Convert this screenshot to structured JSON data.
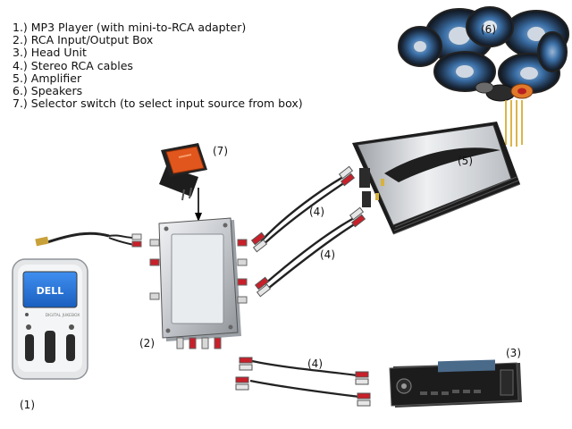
{
  "legend": {
    "items": [
      "1.) MP3 Player (with mini-to-RCA adapter)",
      "2.) RCA Input/Output Box",
      "3.) Head Unit",
      "4.) Stereo RCA cables",
      "5.) Amplifier",
      "6.) Speakers",
      "7.) Selector switch (to select input source from box)"
    ]
  },
  "callouts": {
    "mp3_player": "(1)",
    "rca_box": "(2)",
    "head_unit": "(3)",
    "cable_upper": "(4)",
    "cable_middle": "(4)",
    "cable_lower": "(4)",
    "amplifier": "(5)",
    "speakers": "(6)",
    "selector_switch": "(7)"
  },
  "device_text": {
    "mp3_brand": "DELL",
    "mp3_model": "DIGITAL JUKEBOX"
  },
  "colors": {
    "rca_red": "#c8202a",
    "rca_white": "#e6e6e6",
    "switch_orange": "#e0561c",
    "metal_silver": "#c9ccd0",
    "amp_black": "#1c1c1c",
    "speaker_blue": "#3a6ea5",
    "screen_blue": "#1f6fd1"
  }
}
